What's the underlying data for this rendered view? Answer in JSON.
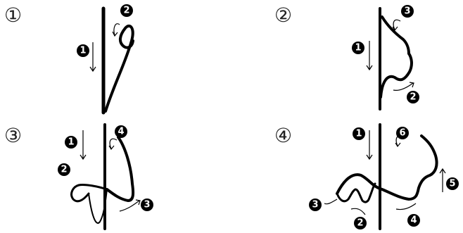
{
  "panels": [
    {
      "label": "①",
      "steps": [
        "1",
        "2"
      ]
    },
    {
      "label": "②",
      "steps": [
        "1",
        "2",
        "3"
      ]
    },
    {
      "label": "③",
      "steps": [
        "1",
        "2",
        "3",
        "4"
      ]
    },
    {
      "label": "④",
      "steps": [
        "1",
        "2",
        "3",
        "4",
        "5",
        "6"
      ]
    }
  ]
}
